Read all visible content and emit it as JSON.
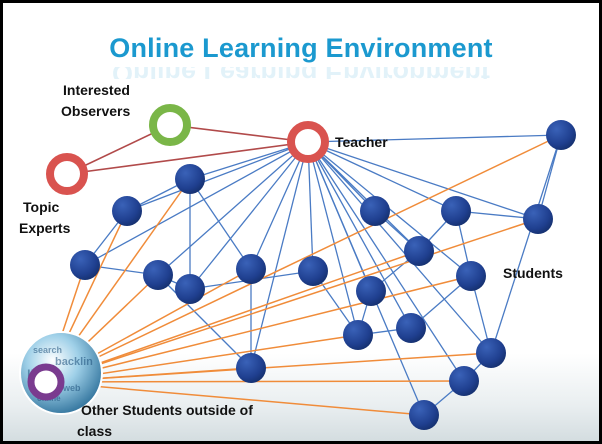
{
  "title": "Online Learning Environment",
  "labels": {
    "observers_line1": "Interested",
    "observers_line2": "Observers",
    "teacher": "Teacher",
    "experts_line1": "Topic",
    "experts_line2": "Experts",
    "students": "Students",
    "outside_line1": "Other Students outside of",
    "outside_line2": "class"
  },
  "colors": {
    "title": "#1b99cf",
    "teacher_link": "#4a7bc4",
    "outside_link": "#f08c3a",
    "peer_link": "#b14a4a",
    "student_node": "#1f3f8f",
    "teacher_ring": "#d9534f",
    "observer_ring": "#7ab648",
    "outside_ring": "#7a3b8f"
  },
  "icons": {
    "globe": "word-cloud-globe-icon"
  }
}
